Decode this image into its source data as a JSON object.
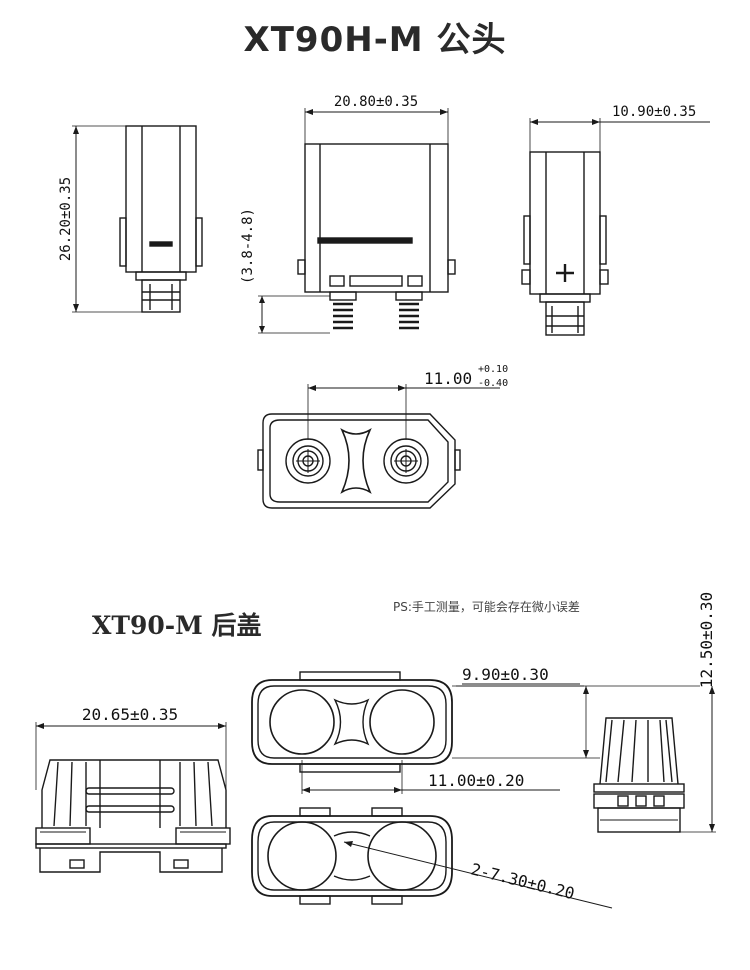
{
  "title": "XT90H-M 公头",
  "subtitle": "XT90-M 后盖",
  "note": "PS:手工测量，可能会存在微小误差",
  "dimensions": {
    "side_height": "26.20±0.35",
    "front_width": "20.80±0.35",
    "pin_length": "(3.8-4.8)",
    "side_width": "10.90±0.35",
    "pin_pitch": "11.00",
    "pin_pitch_tol_plus": "+0.10",
    "pin_pitch_tol_minus": "-0.40",
    "cover_width": "20.65±0.35",
    "cover_depth": "9.90±0.30",
    "cover_height": "12.50±0.30",
    "cover_pitch": "11.00±0.20",
    "cover_hole": "2-7.30±0.20"
  },
  "colors": {
    "line": "#1a1a1a",
    "title": "#2a2a2a"
  }
}
